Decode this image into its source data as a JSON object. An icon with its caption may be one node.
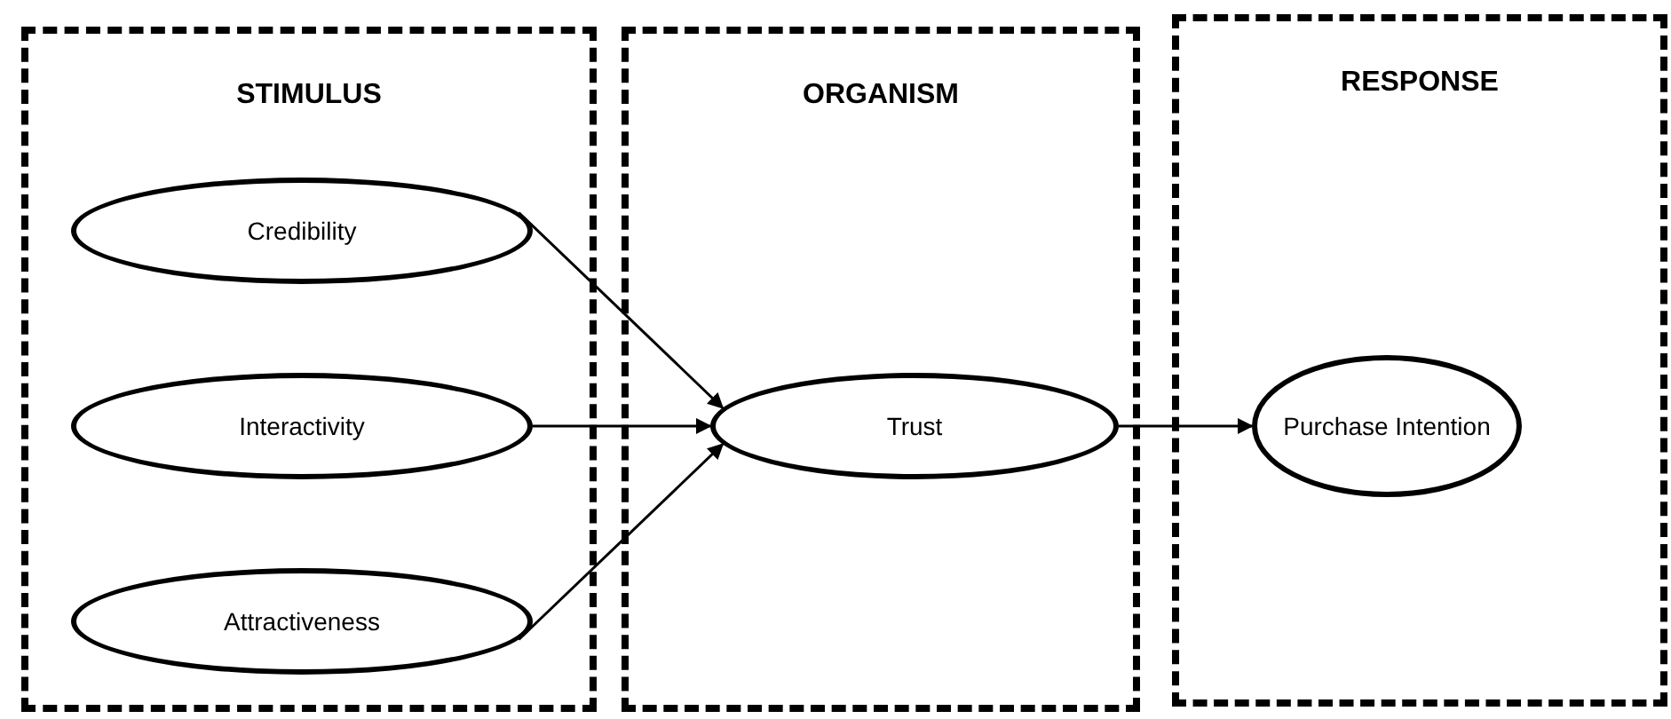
{
  "diagram": {
    "nodes": [
      {
        "text": [
          "STIMULUS"
        ]
      },
      {
        "text": [
          "Credibility"
        ],
        "in": 0
      },
      {
        "text": [
          "Interactivity"
        ],
        "in": 0
      },
      {
        "text": [
          "Attractiveness"
        ],
        "in": 0
      },
      {
        "text": [
          "ORGANISM"
        ]
      },
      {
        "text": [
          "Trust"
        ],
        "in": 4
      },
      {
        "text": [
          "RESPONSE"
        ]
      },
      {
        "text": [
          "Purchase Intention"
        ],
        "in": 6
      }
    ],
    "edges": [
      {
        "from": 1,
        "to": 5,
        "arrow": "to"
      },
      {
        "from": 2,
        "to": 5,
        "arrow": "to"
      },
      {
        "from": 3,
        "to": 5,
        "arrow": "to"
      },
      {
        "from": 5,
        "to": 7,
        "arrow": "to"
      }
    ]
  }
}
